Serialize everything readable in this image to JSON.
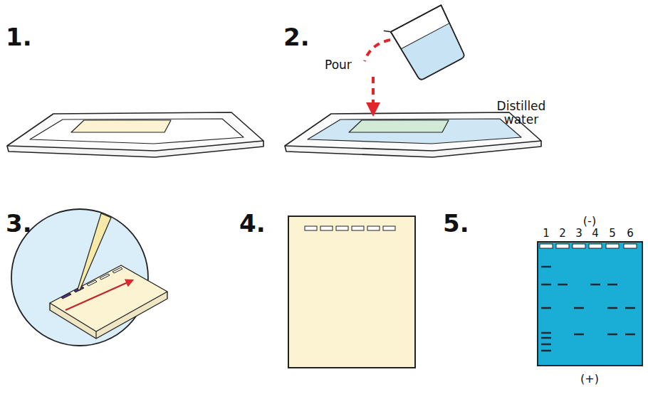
{
  "diagram": {
    "labels": [
      "1.",
      "2.",
      "Pour",
      "Distilled water",
      "3.",
      "4.",
      "5.",
      "(-)",
      "1",
      "2",
      "3",
      "4",
      "5",
      "6",
      "(+)"
    ]
  }
}
